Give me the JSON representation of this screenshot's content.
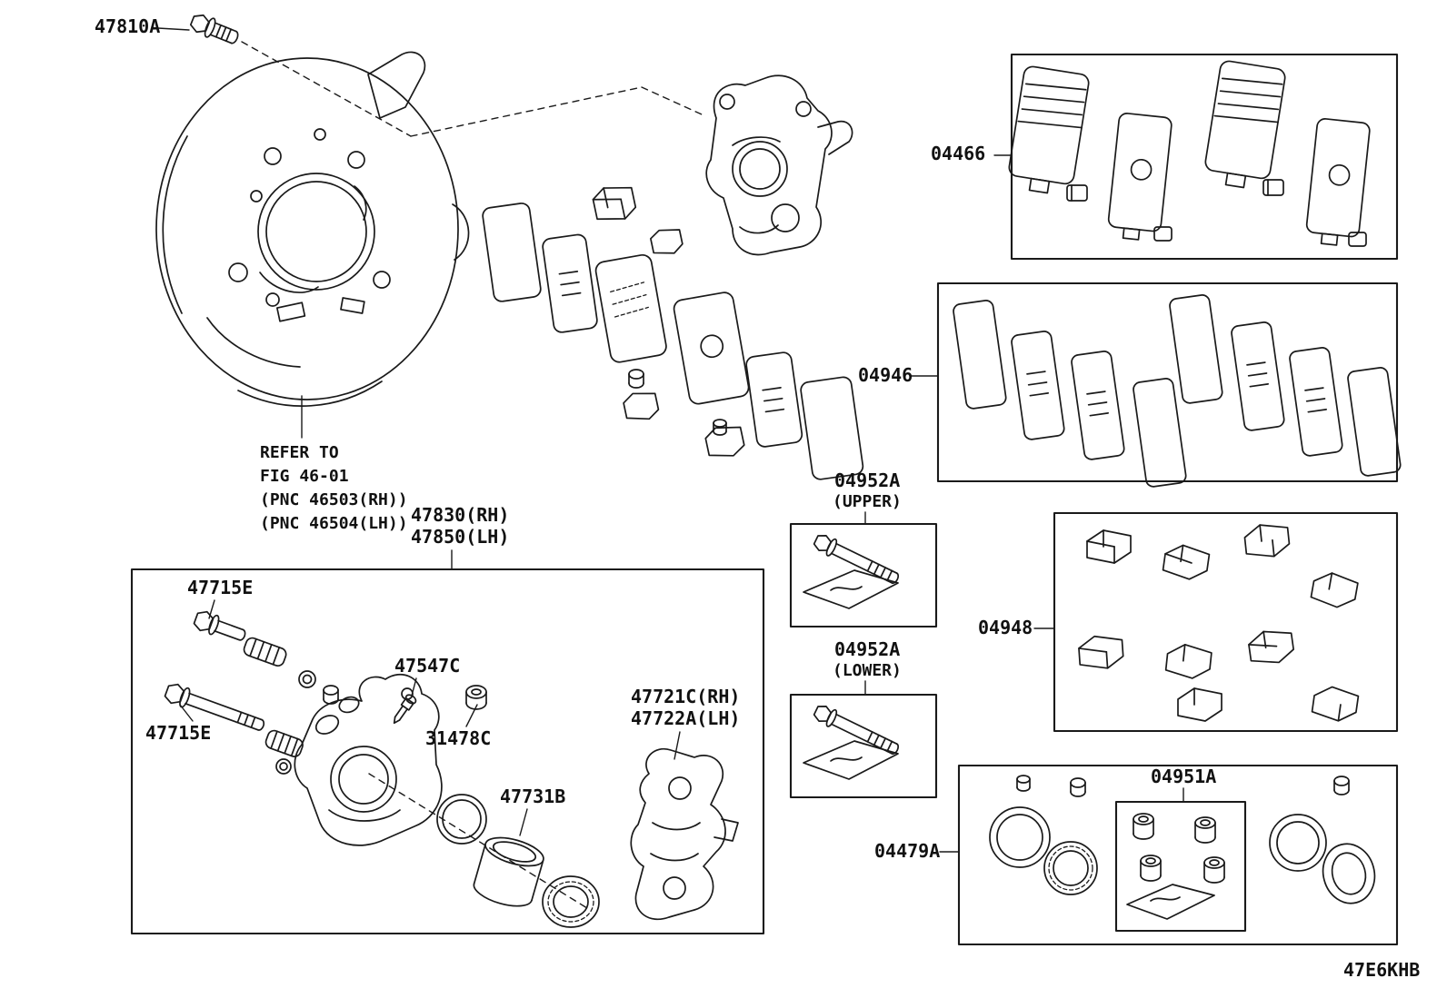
{
  "colors": {
    "ink": "#1a1a1a",
    "background": "#ffffff"
  },
  "page_code": "47E6KHB",
  "note": {
    "line1": "REFER TO",
    "line2": "FIG 46-01",
    "line3": "(PNC 46503(RH))",
    "line4": "(PNC 46504(LH))"
  },
  "parts": {
    "anchor_bolt": "47810A",
    "caliper_assembly_rh": "47830(RH)",
    "caliper_assembly_lh": "47850(LH)",
    "slide_pin_upper": "47715E",
    "slide_pin_lower": "47715E",
    "bleeder_plug": "47547C",
    "bleeder_cap": "31478C",
    "piston": "47731B",
    "mounting_rh": "47721C(RH)",
    "mounting_lh": "47722A(LH)",
    "pad_kit": "04466",
    "shim_kit": "04946",
    "pin_kit_upper": "04952A",
    "pin_kit_upper_position": "(UPPER)",
    "pin_kit_lower": "04952A",
    "pin_kit_lower_position": "(LOWER)",
    "fitting_kit": "04948",
    "cylinder_kit": "04479A",
    "seal_kit": "04951A"
  }
}
